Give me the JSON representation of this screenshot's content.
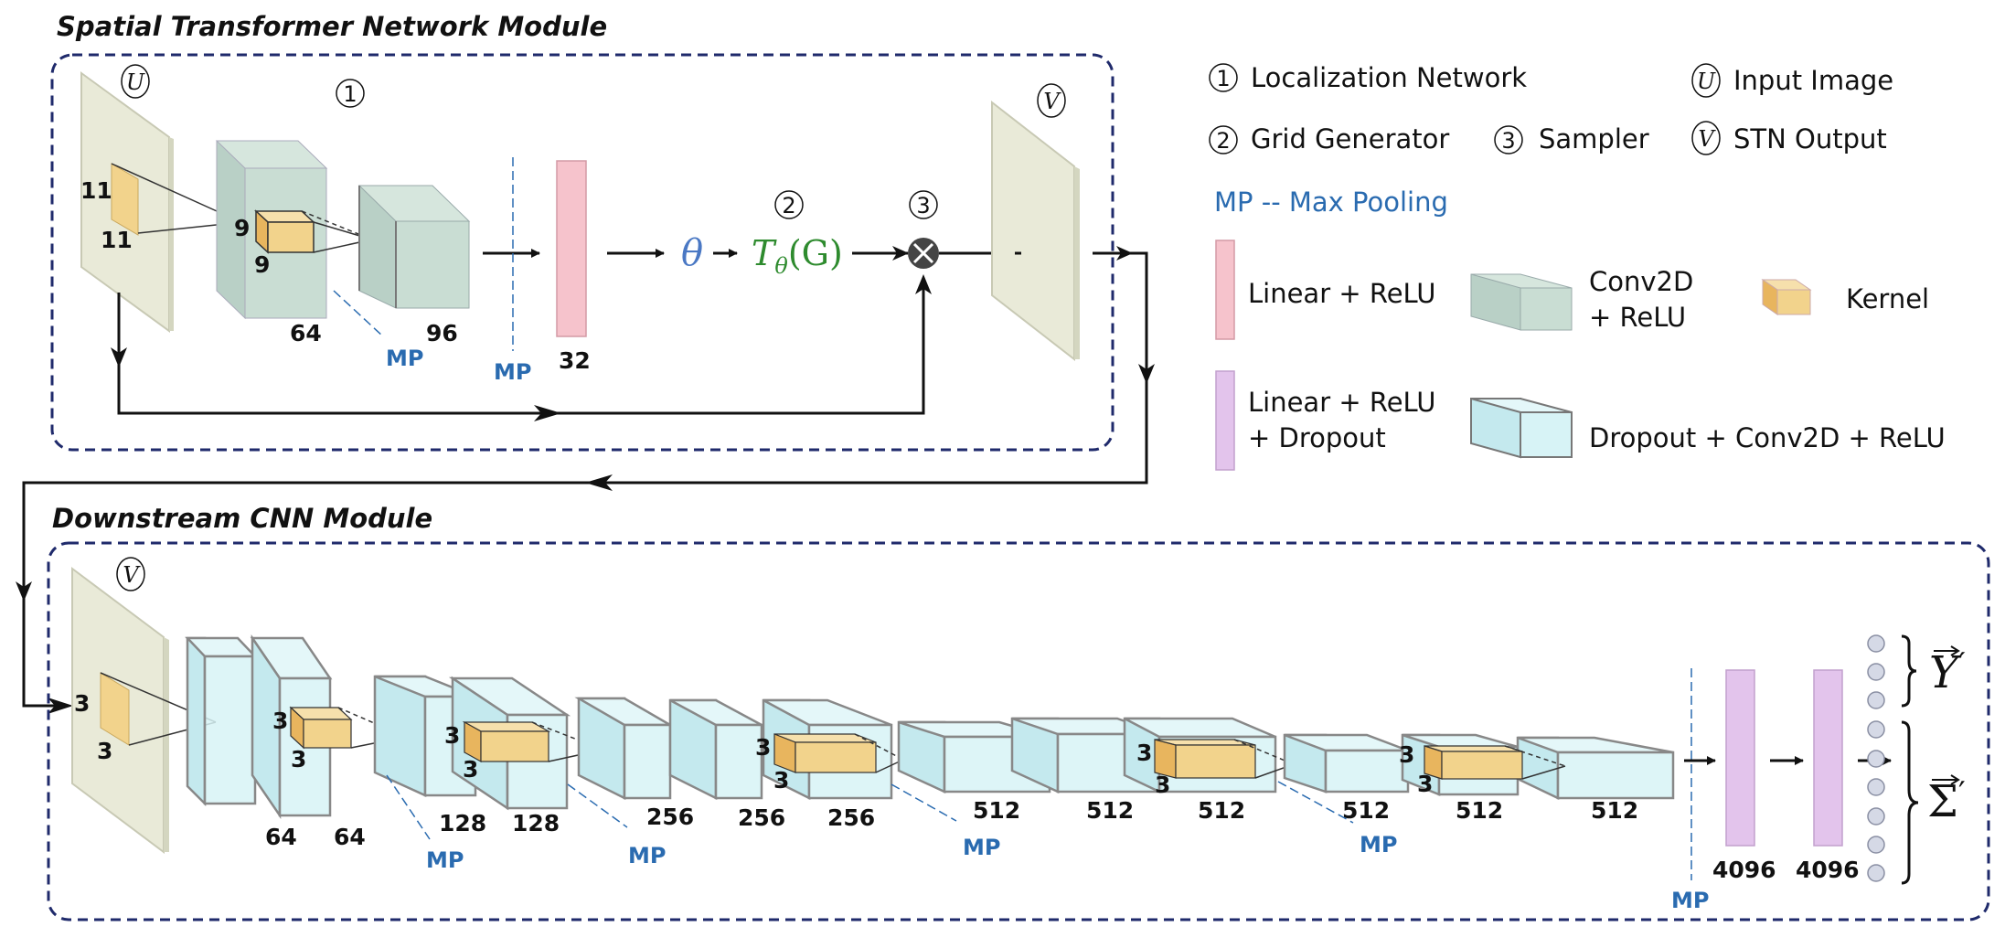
{
  "titles": {
    "stn": "Spatial Transformer Network Module",
    "cnn": "Downstream CNN Module"
  },
  "markers": {
    "u": "U",
    "v": "V",
    "one": "1",
    "two": "2",
    "three": "3"
  },
  "stn_labels": {
    "kernel_h": "11",
    "kernel_w": "11",
    "kernel2_h": "9",
    "kernel2_w": "9",
    "conv1": "64",
    "conv2": "96",
    "linear": "32",
    "mp1": "MP",
    "mp2": "MP",
    "theta": "θ",
    "t": "T",
    "t_sub": "θ",
    "t_arg": "(G)"
  },
  "legend": {
    "localization": "Localization Network",
    "grid": "Grid Generator",
    "sampler": "Sampler",
    "input_image": "Input Image",
    "stn_output": "STN Output",
    "mp": "MP -- Max Pooling",
    "linear_relu": "Linear + ReLU",
    "conv_relu_1": "Conv2D",
    "conv_relu_2": "+ ReLU",
    "kernel": "Kernel",
    "linear_dropout_1": "Linear + ReLU",
    "linear_dropout_2": "+ Dropout",
    "dropout_conv": "Dropout + Conv2D + ReLU"
  },
  "cnn_labels": {
    "k3a": "3",
    "k3b": "3",
    "k3c": "3",
    "k3d": "3",
    "k3e": "3",
    "k3f": "3",
    "k3g": "3",
    "k3h": "3",
    "k3i": "3",
    "k3j": "3",
    "k3k": "3",
    "k3l": "3",
    "c64a": "64",
    "c64b": "64",
    "c128a": "128",
    "c128b": "128",
    "c256a": "256",
    "c256b": "256",
    "c256c": "256",
    "c512a": "512",
    "c512b": "512",
    "c512c": "512",
    "c512d": "512",
    "c512e": "512",
    "c512f": "512",
    "fc1": "4096",
    "fc2": "4096",
    "mp1": "MP",
    "mp2": "MP",
    "mp3": "MP",
    "mp4": "MP",
    "mp5": "MP",
    "y": "Y",
    "sigma": "Σ",
    "prime": "′"
  },
  "colors": {
    "frame": "#1f2a6b",
    "plane": "#e9ead8",
    "conv": "#c9ddd3",
    "kernel": "#f2d38c",
    "linear": "#f6c3cc",
    "dropout_linear": "#e3c4ec",
    "dropout_conv": "#d7f3f6",
    "mp": "#2a6bb0"
  }
}
